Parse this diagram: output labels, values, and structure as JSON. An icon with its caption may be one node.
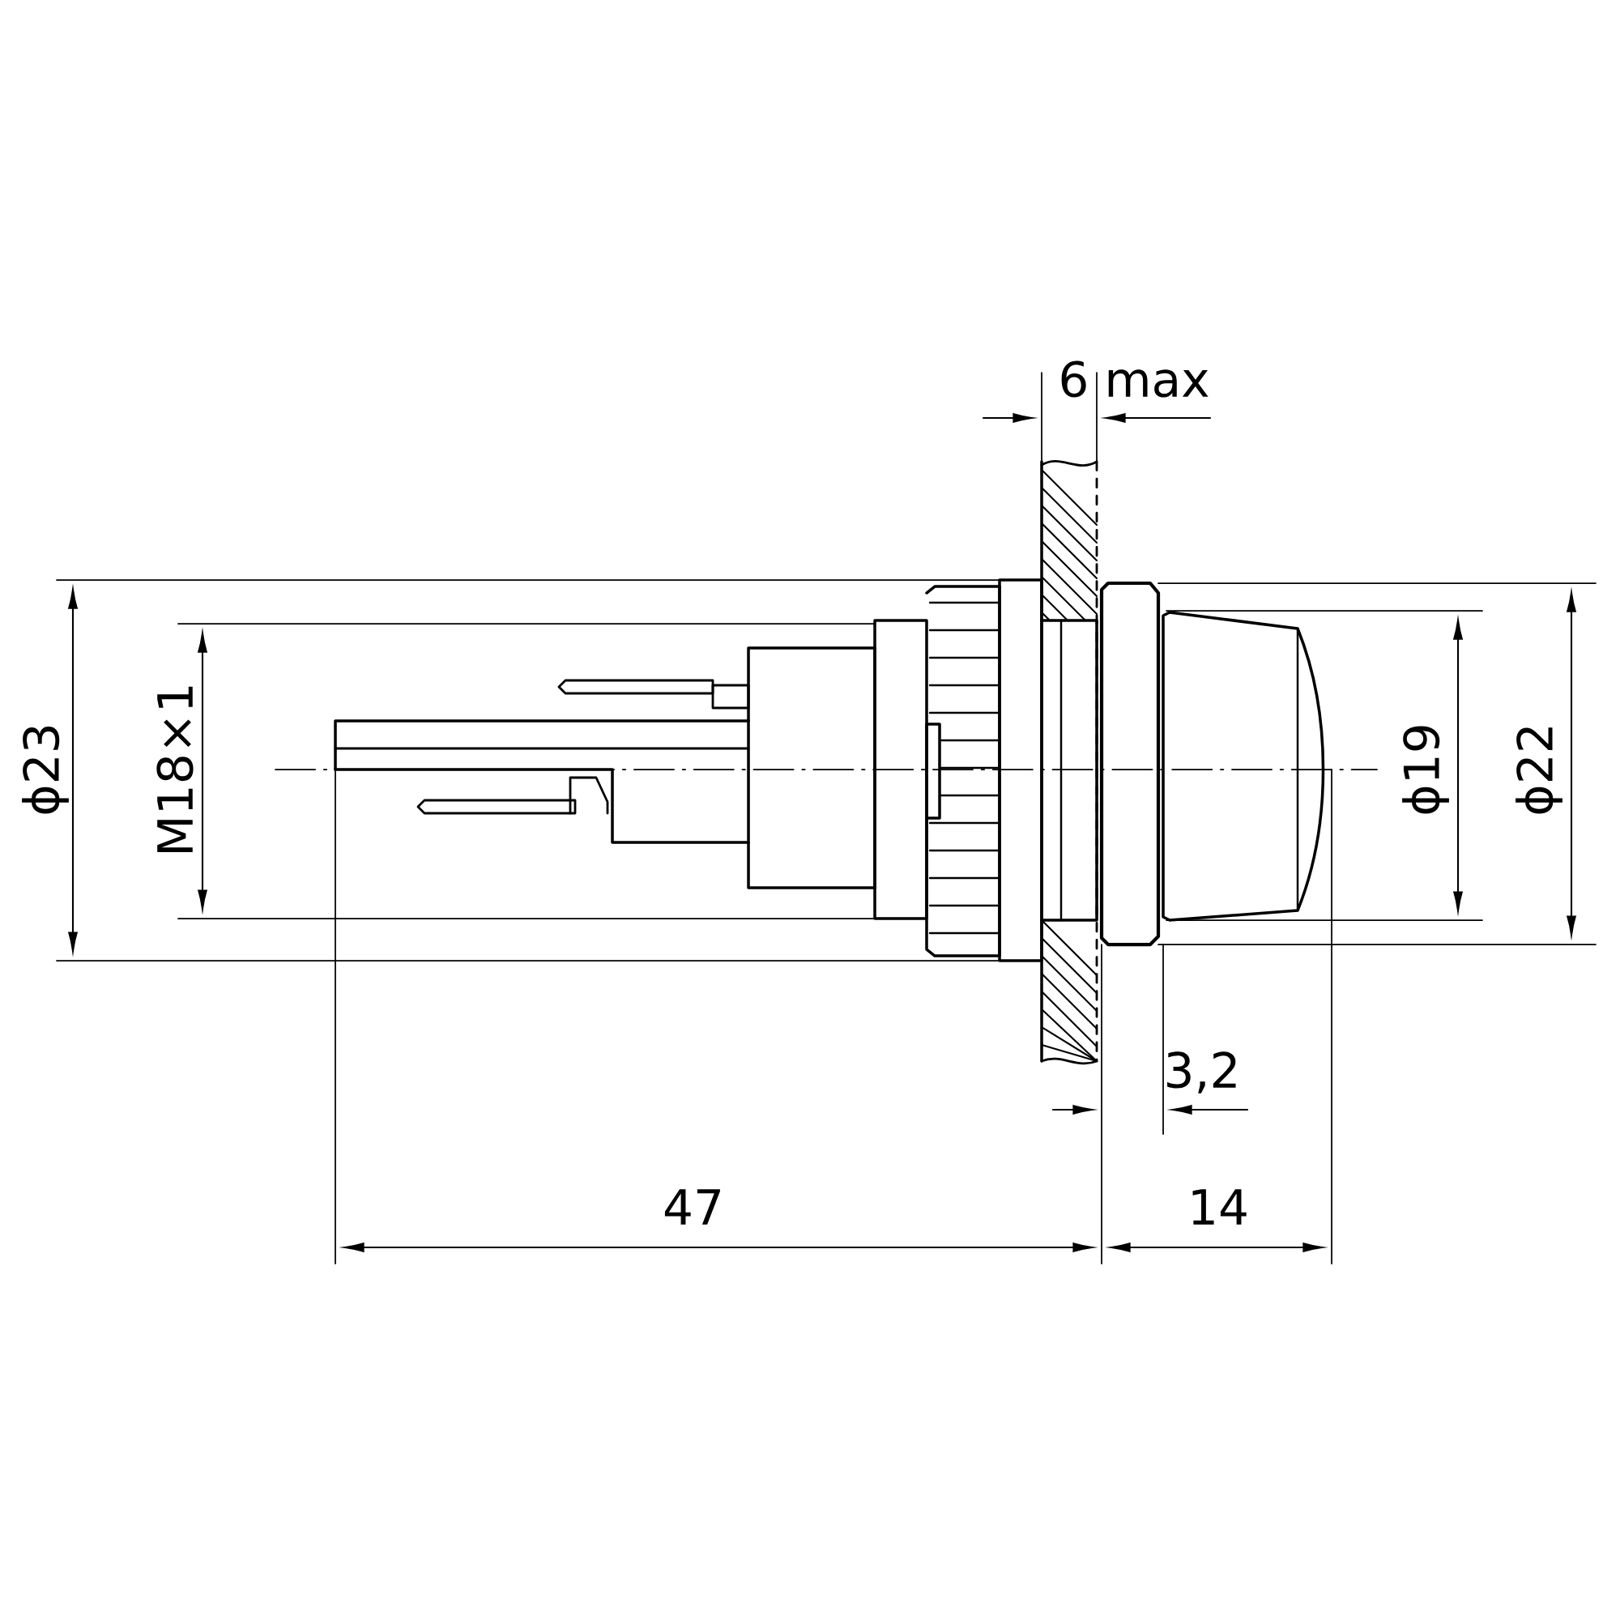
{
  "diagram": {
    "labels": [
      "6 max",
      "ϕ23",
      "M18×1",
      "ϕ19",
      "ϕ22",
      "3,2",
      "47",
      "14"
    ]
  }
}
